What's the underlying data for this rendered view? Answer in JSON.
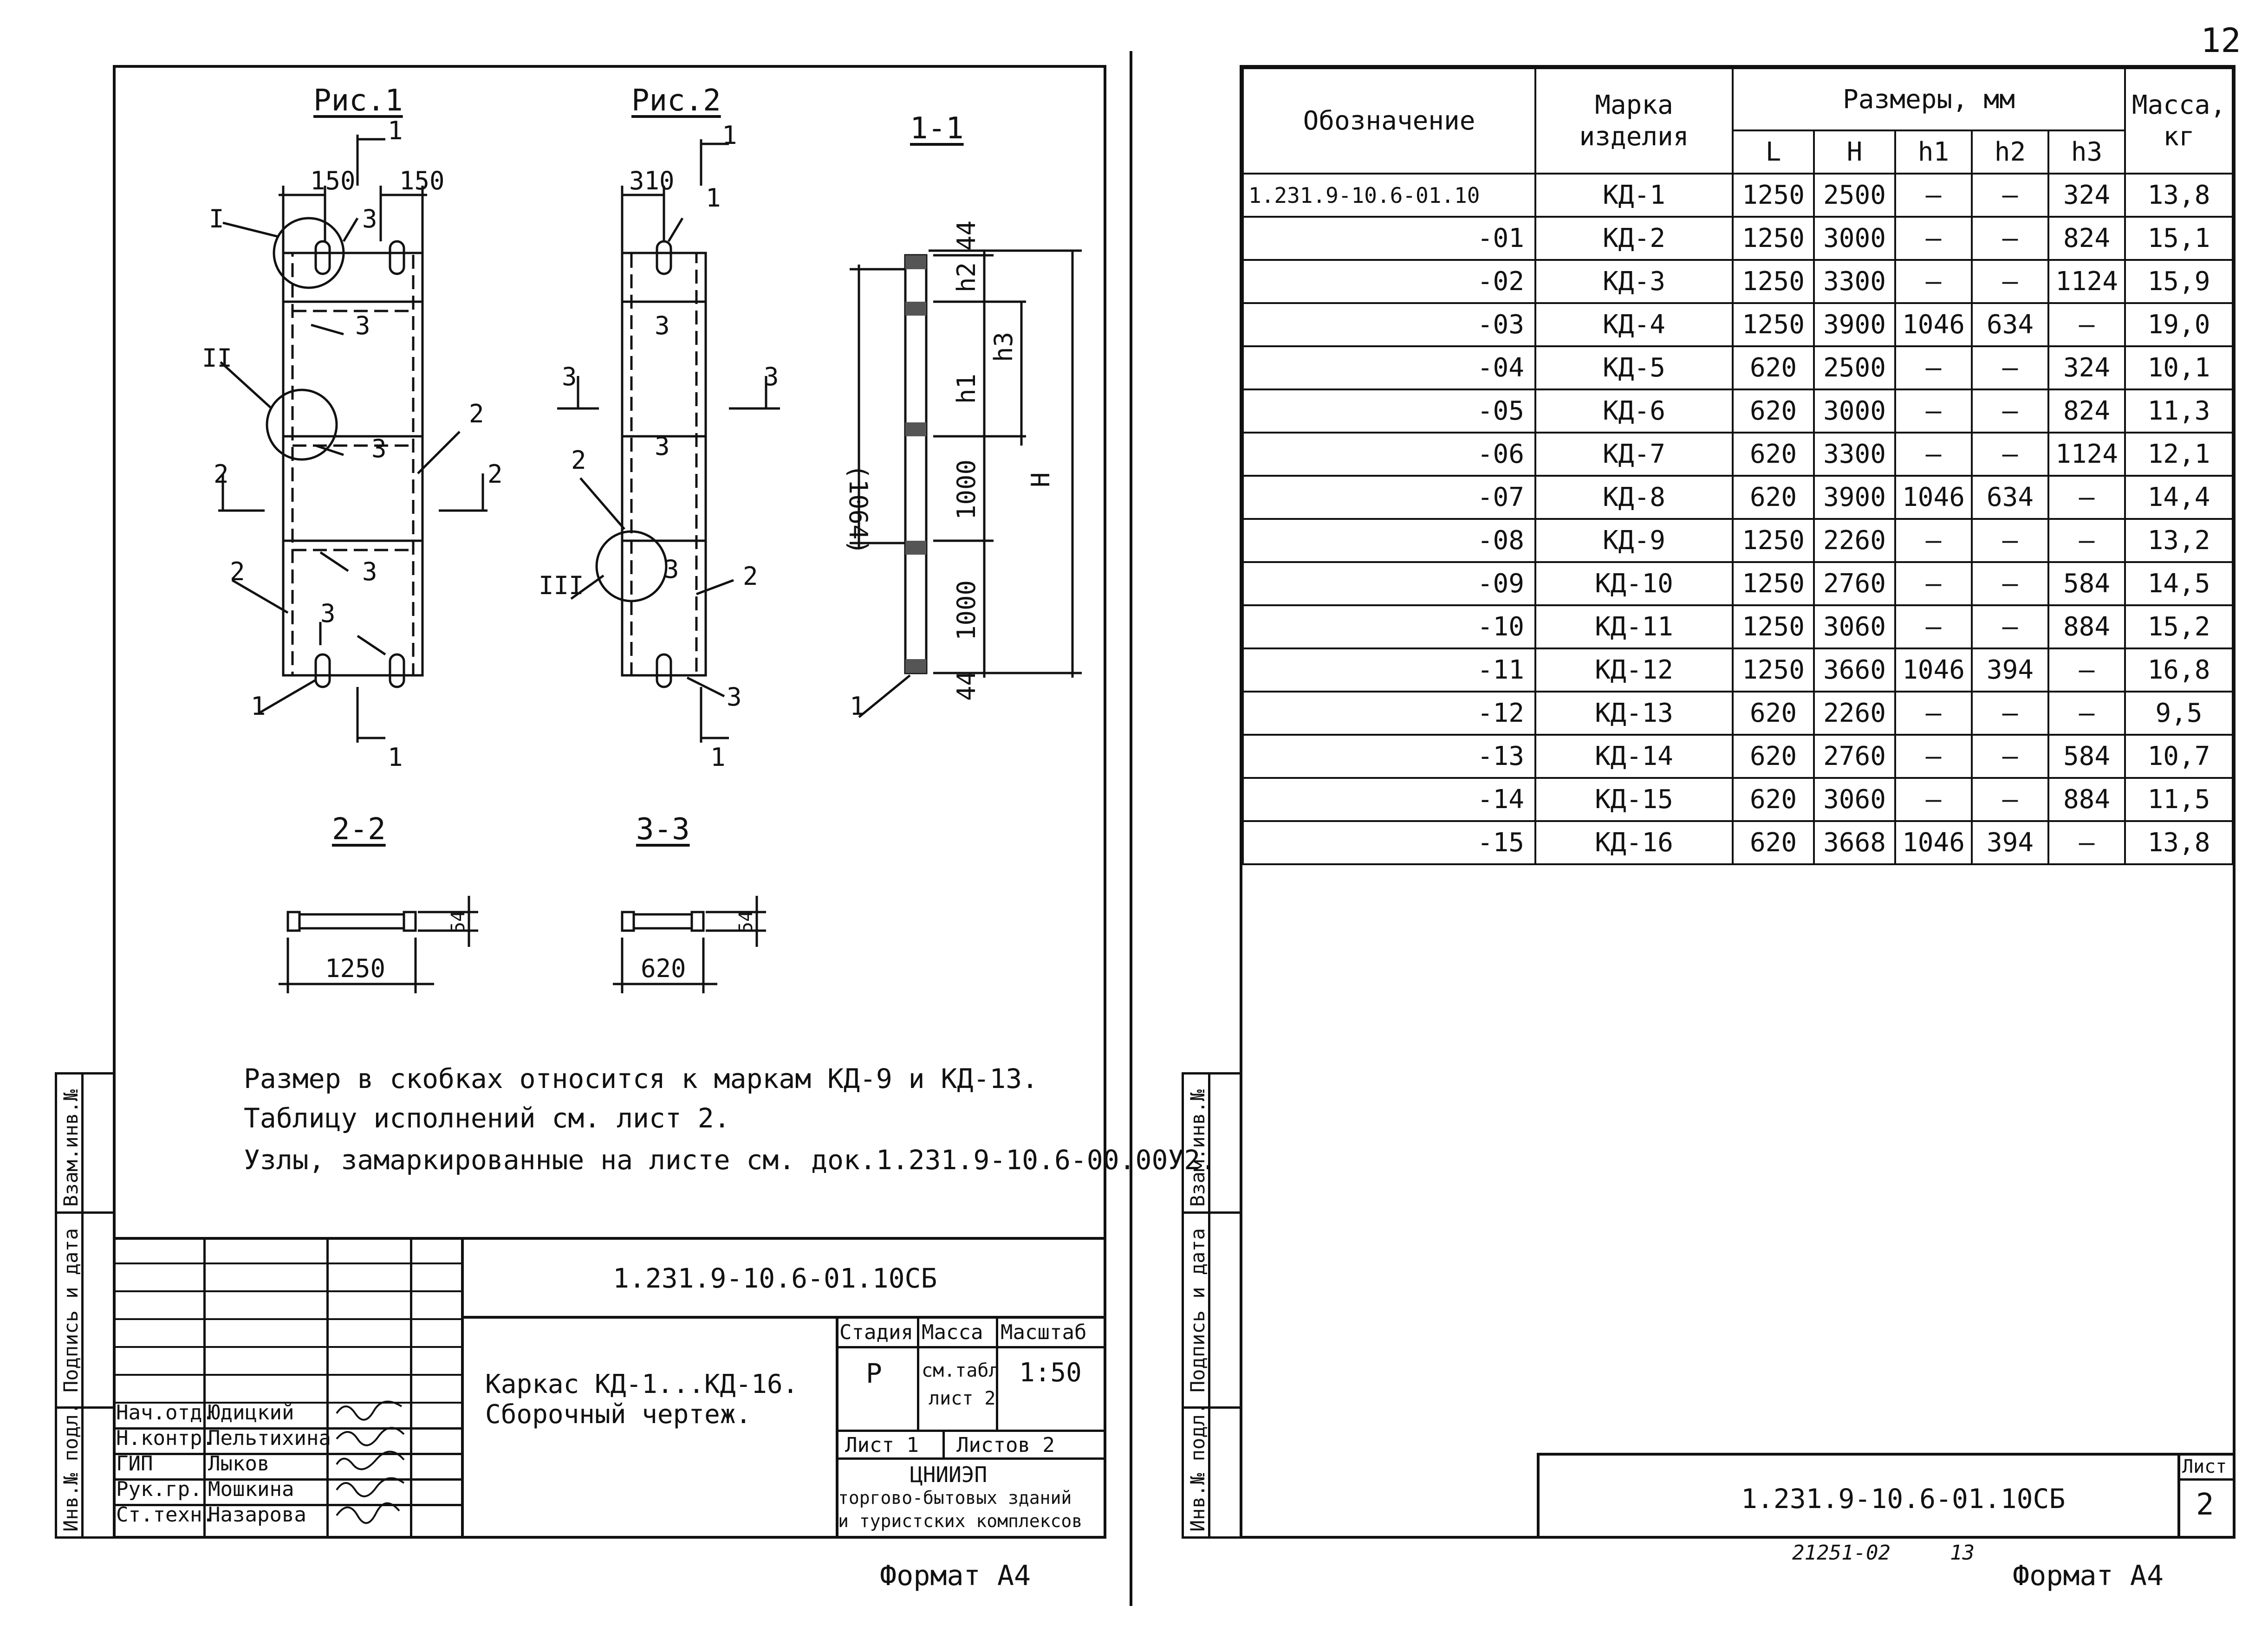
{
  "page_number": "12",
  "left_sheet": {
    "figure_captions": {
      "fig1": "Рис.1",
      "fig2": "Рис.2",
      "sec11": "1-1",
      "sec22": "2-2",
      "sec33": "3-3"
    },
    "fig1_labels": {
      "dim_left": "150",
      "dim_right": "150",
      "node_1": "I",
      "node_2": "II",
      "cut": "1",
      "part_1": "1",
      "part_2": "2",
      "part_3": "3",
      "sec_2": "2"
    },
    "fig2_labels": {
      "dim_top": "310",
      "node_3": "III",
      "cut": "1",
      "part_1": "1",
      "part_2": "2",
      "part_3": "3",
      "sec_3": "3"
    },
    "sec11_labels": {
      "bracket": "(1064)",
      "h": "H",
      "h1": "h1",
      "h2": "h2",
      "h3": "h3",
      "d44": "44",
      "d1000": "1000",
      "part_1": "1"
    },
    "sec22_width": "1250",
    "sec33_width": "620",
    "sec_depth": "54",
    "notes": [
      "Размер в скобках относится к маркам КД-9 и КД-13.",
      "Таблицу исполнений см. лист 2.",
      "Узлы, замаркированные на листе см. док.1.231.9-10.6-00.00У2."
    ],
    "title_block": {
      "doc_code": "1.231.9-10.6-01.10СБ",
      "title_line1": "Каркас КД-1...КД-16.",
      "title_line2": "Сборочный чертеж.",
      "stage_label": "Стадия",
      "stage": "Р",
      "mass_label": "Масса",
      "mass_value_line1": "см.табл",
      "mass_value_line2": "лист 2",
      "scale_label": "Масштаб",
      "scale": "1:50",
      "sheet_label": "Лист 1",
      "sheets_label": "Листов 2",
      "org_line1": "ЦНИИЭП",
      "org_line2": "торгово-бытовых зданий",
      "org_line3": "и туристских комплексов",
      "signatures": [
        {
          "role": "Нач.отд.",
          "name": "Юдицкий"
        },
        {
          "role": "Н.контр.",
          "name": "Пельтихина"
        },
        {
          "role": "ГИП",
          "name": "Лыков"
        },
        {
          "role": "Рук.гр.",
          "name": "Мошкина"
        },
        {
          "role": "Ст.техн.",
          "name": "Назарова"
        }
      ]
    },
    "side_stamp": {
      "inv_podl": "Инв.№ подл.",
      "sign_date": "Подпись и дата",
      "vzam": "Взам.инв.№"
    },
    "format": "Формат А4"
  },
  "right_sheet": {
    "headers": {
      "designation": "Обозначение",
      "mark": "Марка изделия",
      "dims": "Размеры, мм",
      "mass": "Масса, кг",
      "L": "L",
      "H": "H",
      "h1": "h1",
      "h2": "h2",
      "h3": "h3"
    },
    "rows": [
      [
        "1.231.9-10.6-01.10",
        "КД-1",
        "1250",
        "2500",
        "—",
        "—",
        "324",
        "13,8"
      ],
      [
        "-01",
        "КД-2",
        "1250",
        "3000",
        "—",
        "—",
        "824",
        "15,1"
      ],
      [
        "-02",
        "КД-3",
        "1250",
        "3300",
        "—",
        "—",
        "1124",
        "15,9"
      ],
      [
        "-03",
        "КД-4",
        "1250",
        "3900",
        "1046",
        "634",
        "—",
        "19,0"
      ],
      [
        "-04",
        "КД-5",
        "620",
        "2500",
        "—",
        "—",
        "324",
        "10,1"
      ],
      [
        "-05",
        "КД-6",
        "620",
        "3000",
        "—",
        "—",
        "824",
        "11,3"
      ],
      [
        "-06",
        "КД-7",
        "620",
        "3300",
        "—",
        "—",
        "1124",
        "12,1"
      ],
      [
        "-07",
        "КД-8",
        "620",
        "3900",
        "1046",
        "634",
        "—",
        "14,4"
      ],
      [
        "-08",
        "КД-9",
        "1250",
        "2260",
        "—",
        "—",
        "—",
        "13,2"
      ],
      [
        "-09",
        "КД-10",
        "1250",
        "2760",
        "—",
        "—",
        "584",
        "14,5"
      ],
      [
        "-10",
        "КД-11",
        "1250",
        "3060",
        "—",
        "—",
        "884",
        "15,2"
      ],
      [
        "-11",
        "КД-12",
        "1250",
        "3660",
        "1046",
        "394",
        "—",
        "16,8"
      ],
      [
        "-12",
        "КД-13",
        "620",
        "2260",
        "—",
        "—",
        "—",
        "9,5"
      ],
      [
        "-13",
        "КД-14",
        "620",
        "2760",
        "—",
        "—",
        "584",
        "10,7"
      ],
      [
        "-14",
        "КД-15",
        "620",
        "3060",
        "—",
        "—",
        "884",
        "11,5"
      ],
      [
        "-15",
        "КД-16",
        "620",
        "3668",
        "1046",
        "394",
        "—",
        "13,8"
      ]
    ],
    "title_block": {
      "doc_code": "1.231.9-10.6-01.10СБ",
      "sheet_label": "Лист",
      "sheet_no": "2"
    },
    "order_no": "21251-02",
    "order_page": "13",
    "side_stamp": {
      "inv_podl": "Инв.№ подл.",
      "sign_date": "Подпись и дата",
      "vzam": "Взам.инв.№"
    },
    "format": "Формат А4"
  }
}
